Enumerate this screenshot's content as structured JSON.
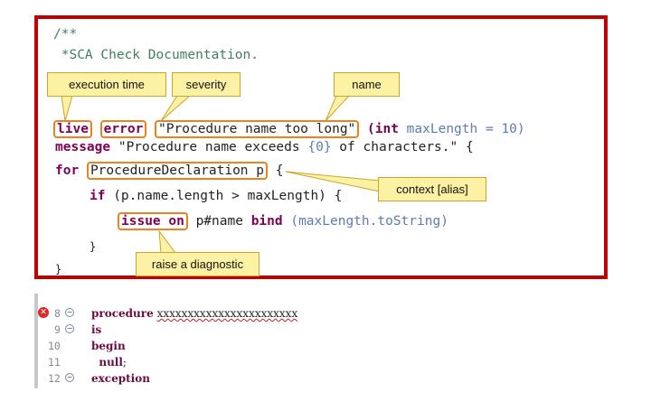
{
  "doc_comment": {
    "open": "/**",
    "body": " *SCA Check Documentation."
  },
  "callouts": {
    "execution_time": "execution time",
    "severity": "severity",
    "name": "name",
    "context": "context [alias]",
    "diagnostic": "raise a diagnostic"
  },
  "check_line": {
    "live": "live",
    "error": "error",
    "check_name": "\"Procedure name too long\"",
    "param_kw": "(int",
    "param_rest": " maxLength = 10)"
  },
  "message_line": {
    "kw": "message",
    "text": " \"Procedure name exceeds ",
    "arg": "{0}",
    "text_end": " of characters.\" {"
  },
  "for_line": {
    "kw": "for",
    "decl": "ProcedureDeclaration p",
    "brace": " {"
  },
  "if_line": {
    "kw": "if",
    "cond": " (p.name.length > maxLength) {"
  },
  "issue_line": {
    "kw": "issue on",
    "target": " p#name ",
    "bind_kw": "bind",
    "bind_arg": " (maxLength.toString)"
  },
  "close_inner": "}",
  "close_outer": "}",
  "editor": {
    "lines": [
      {
        "num": "8",
        "kw": "procedure",
        "text": " ",
        "squiggle": "xxxxxxxxxxxxxxxxxxxxxxx",
        "fold": true,
        "error": true
      },
      {
        "num": "9",
        "kw": "is",
        "text": "",
        "fold": true
      },
      {
        "num": "10",
        "kw": "begin",
        "text": ""
      },
      {
        "num": "11",
        "kw": "  null",
        "text": ";"
      },
      {
        "num": "12",
        "kw": "exception",
        "text": "",
        "fold": true
      }
    ]
  },
  "colors": {
    "frame": "#c00000",
    "callout_bg": "#fdf1a3",
    "highlight_box": "#e8831e",
    "keyword": "#7f0055"
  }
}
